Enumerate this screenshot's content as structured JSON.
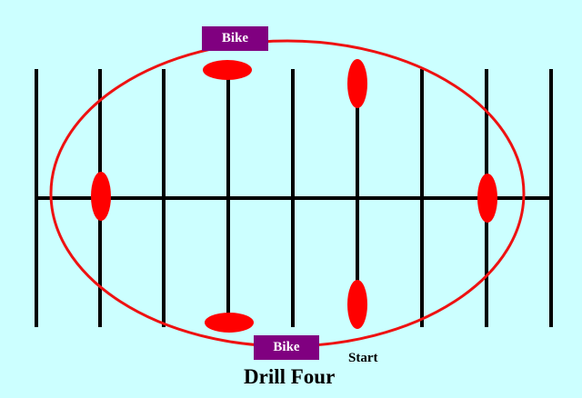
{
  "diagram": {
    "title": "Drill Four",
    "start_label": "Start",
    "bike_top_label": "Bike",
    "bike_bottom_label": "Bike",
    "line_count": 9,
    "cone_count": 6
  },
  "colors": {
    "background": "#ccffff",
    "lines": "#000000",
    "circuit": "#ee1111",
    "cones": "#ff0000",
    "bike_box": "#800080",
    "bike_text": "#ffffff"
  }
}
